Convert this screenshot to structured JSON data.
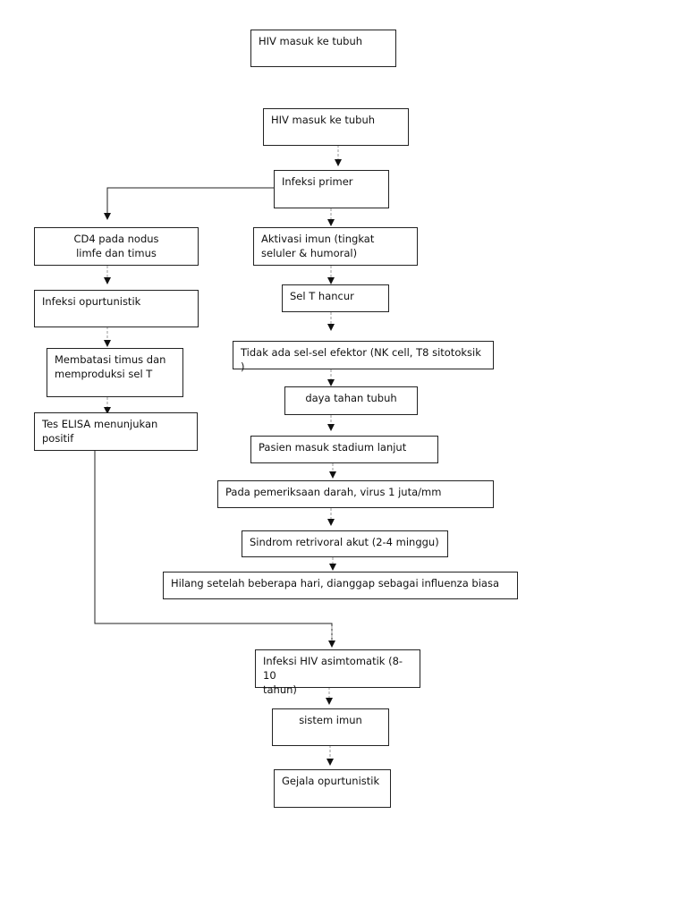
{
  "nodes": {
    "hiv_top": "HIV masuk ke tubuh",
    "hiv_main": "HIV masuk ke tubuh",
    "infeksi_primer": "Infeksi primer",
    "cd4": "CD4 pada nodus\nlimfe dan timus",
    "aktivasi": "Aktivasi imun          (tingkat\nseluler & humoral)",
    "infeksi_oport": "Infeksi opurtunistik",
    "sel_t": "Sel T hancur",
    "membatasi": "Membatasi timus dan\nmemproduksi sel T",
    "tidak_ada": "Tidak ada sel-sel efektor (NK cell, T8 sitotoksik )",
    "daya_tahan": "daya tahan tubuh",
    "tes_elisa": "Tes ELISA menunjukan positif",
    "pasien": "Pasien masuk stadium lanjut",
    "pemeriksaan": "Pada pemeriksaan darah, virus 1 juta/mm",
    "sindrom": "Sindrom retrivoral akut (2-4 minggu)",
    "hilang": "Hilang setelah beberapa hari, dianggap sebagai influenza biasa",
    "asimtomatik": "Infeksi HIV asimtomatik (8-10\ntahun)",
    "sistem_imun": "sistem imun",
    "gejala": "Gejala opurtunistik"
  }
}
